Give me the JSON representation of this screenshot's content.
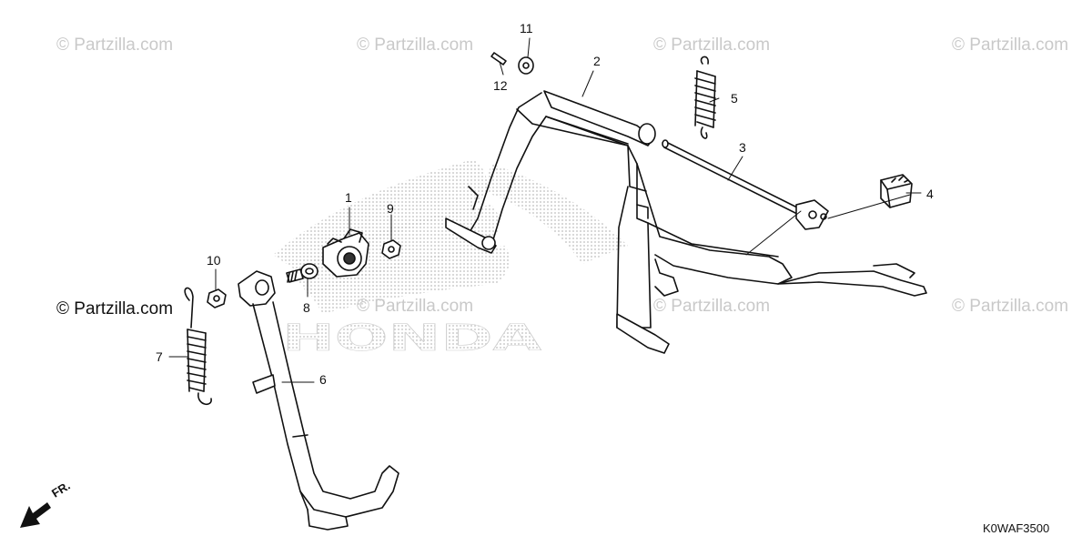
{
  "watermark": {
    "text": "© Partzilla.com"
  },
  "background_logo": {
    "text": "HONDA"
  },
  "callouts": [
    "1",
    "2",
    "3",
    "4",
    "5",
    "6",
    "7",
    "8",
    "9",
    "10",
    "11",
    "12"
  ],
  "direction_indicator": {
    "label": "FR.",
    "icon": "arrow-down-left-icon"
  },
  "diagram_code": "K0WAF3500",
  "colors": {
    "line": "#111111",
    "watermark": "#c9c9c9",
    "logo_dots": "#bdbdbd"
  }
}
